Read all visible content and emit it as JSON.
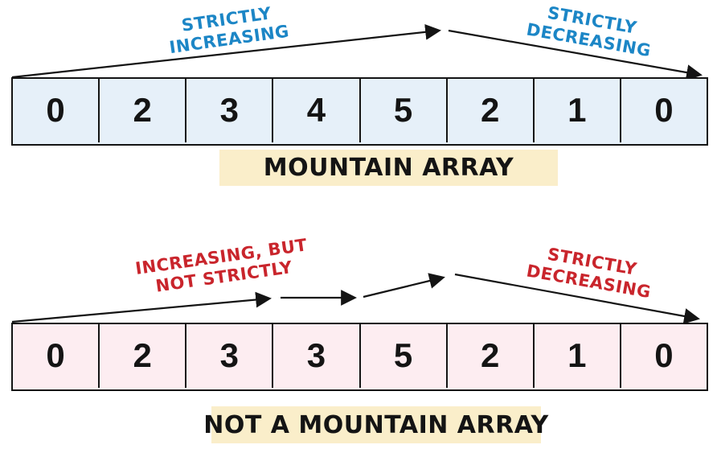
{
  "colors": {
    "mountain_cell_fill": "#e6f0f9",
    "not_mountain_cell_fill": "#fdedf1",
    "caption_background": "#faeeca",
    "increasing_decreasing_blue": "#1c86c6",
    "increasing_decreasing_red": "#c9252c",
    "arrow_and_border_black": "#141414"
  },
  "mountain": {
    "values": [
      "0",
      "2",
      "3",
      "4",
      "5",
      "2",
      "1",
      "0"
    ],
    "caption": "MOUNTAIN ARRAY",
    "increasing_annotation": {
      "line1": "STRICTLY",
      "line2": "INCREASING"
    },
    "decreasing_annotation": {
      "line1": "STRICTLY",
      "line2": "DECREASING"
    }
  },
  "not_mountain": {
    "values": [
      "0",
      "2",
      "3",
      "3",
      "5",
      "2",
      "1",
      "0"
    ],
    "caption": "NOT A MOUNTAIN ARRAY",
    "increasing_annotation": {
      "line1": "INCREASING, BUT",
      "line2": "NOT STRICTLY"
    },
    "decreasing_annotation": {
      "line1": "STRICTLY",
      "line2": "DECREASING"
    }
  }
}
